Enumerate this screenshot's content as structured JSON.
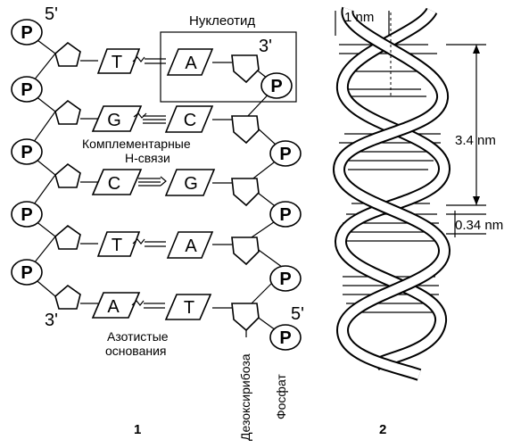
{
  "left_panel": {
    "end_5_top": "5'",
    "end_3_bottom": "3'",
    "end_3_right": "3'",
    "end_5_right": "5'",
    "phosphate": "P",
    "nucleotide_label": "Нуклеотид",
    "hbond_label_1": "Комплементарные",
    "hbond_label_2": "Н-связи",
    "bases_label_1": "Азотистые",
    "bases_label_2": "основания",
    "sugar_label": "Дезоксирибоза",
    "phosphate_label": "Фосфат",
    "panel_number": "1",
    "pairs": [
      {
        "left": "T",
        "right": "A"
      },
      {
        "left": "G",
        "right": "C"
      },
      {
        "left": "C",
        "right": "G"
      },
      {
        "left": "T",
        "right": "A"
      },
      {
        "left": "A",
        "right": "T"
      }
    ]
  },
  "right_panel": {
    "width_label": "1 nm",
    "pitch_label": "3.4 nm",
    "step_label": "0.34 nm",
    "panel_number": "2"
  }
}
